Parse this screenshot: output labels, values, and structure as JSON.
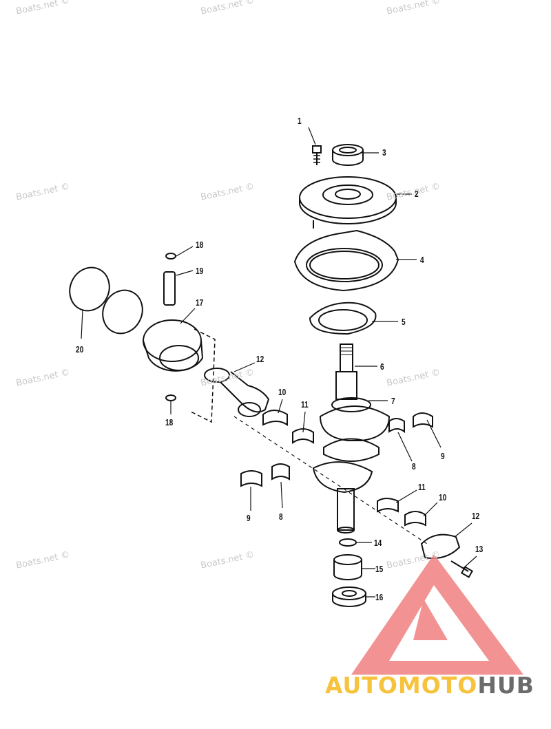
{
  "watermarks": [
    {
      "text": "Boats.net ©"
    },
    {
      "text": "Boats.net ©"
    },
    {
      "text": "Boats.net ©"
    },
    {
      "text": "Boats.net ©"
    },
    {
      "text": "Boats.net ©"
    },
    {
      "text": "Boats.net ©"
    },
    {
      "text": "Boats.net ©"
    },
    {
      "text": "Boats.net ©"
    },
    {
      "text": "Boats.net ©"
    },
    {
      "text": "Boats.net ©"
    },
    {
      "text": "Boats.net ©"
    },
    {
      "text": "Boats.net ©"
    }
  ],
  "callouts": [
    {
      "label": "1"
    },
    {
      "label": "3"
    },
    {
      "label": "2"
    },
    {
      "label": "4"
    },
    {
      "label": "5"
    },
    {
      "label": "6"
    },
    {
      "label": "7"
    },
    {
      "label": "18"
    },
    {
      "label": "19"
    },
    {
      "label": "17"
    },
    {
      "label": "20"
    },
    {
      "label": "12"
    },
    {
      "label": "18"
    },
    {
      "label": "10"
    },
    {
      "label": "11"
    },
    {
      "label": "8"
    },
    {
      "label": "9"
    },
    {
      "label": "9"
    },
    {
      "label": "8"
    },
    {
      "label": "11"
    },
    {
      "label": "10"
    },
    {
      "label": "12"
    },
    {
      "label": "14"
    },
    {
      "label": "13"
    },
    {
      "label": "15"
    },
    {
      "label": "16"
    }
  ],
  "brand": {
    "part1": "AUTOMOTO",
    "part2": "HUB",
    "logo_color": "#f08080",
    "text_color_1": "#f7c23c",
    "text_color_2": "#6b6b6b"
  },
  "diagram_line_color": "#111111"
}
